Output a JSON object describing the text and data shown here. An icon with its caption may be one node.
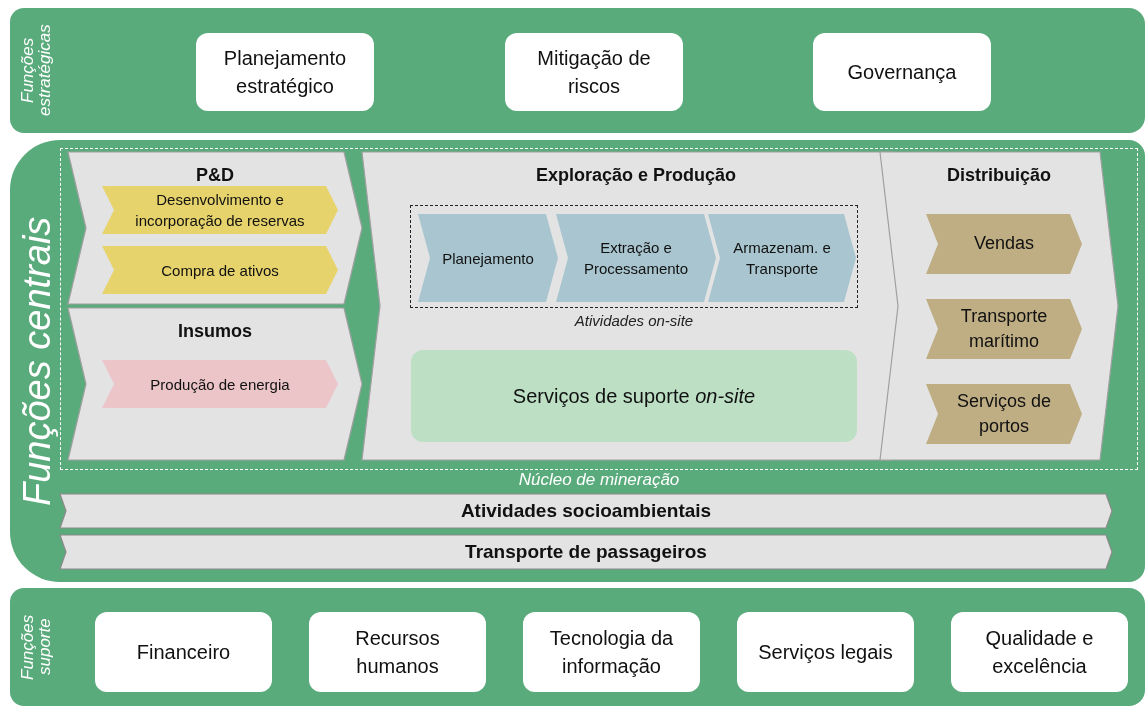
{
  "diagram": {
    "nodes": [
      {
        "text": [
          "Funções estratégicas"
        ]
      },
      {
        "text": [
          "Planejamento estratégico"
        ],
        "in": 0
      },
      {
        "text": [
          "Mitigação de riscos"
        ],
        "in": 0
      },
      {
        "text": [
          "Governança"
        ],
        "in": 0
      },
      {
        "text": [
          "Funções centrais"
        ]
      },
      {
        "text": [
          "Núcleo de mineração"
        ],
        "in": 4
      },
      {
        "text": [
          "P&D"
        ],
        "in": 5
      },
      {
        "text": [
          "Desenvolvimento e incorporação de reservas"
        ],
        "in": 6
      },
      {
        "text": [
          "Compra de ativos"
        ],
        "in": 6
      },
      {
        "text": [
          "Insumos"
        ],
        "in": 5
      },
      {
        "text": [
          "Produção de energia"
        ],
        "in": 9
      },
      {
        "text": [
          "Exploração e Produção"
        ],
        "in": 5
      },
      {
        "text": [
          "Atividades on-site"
        ],
        "in": 11
      },
      {
        "text": [
          "Planejamento"
        ],
        "in": 12
      },
      {
        "text": [
          "Extração e Processamento"
        ],
        "in": 12
      },
      {
        "text": [
          "Armazenam. e Transporte"
        ],
        "in": 12
      },
      {
        "text": [
          "Serviços de suporte *on-site*"
        ],
        "in": 11
      },
      {
        "text": [
          "Distribuição"
        ],
        "in": 5
      },
      {
        "text": [
          "Vendas"
        ],
        "in": 17
      },
      {
        "text": [
          "Transporte marítimo"
        ],
        "in": 17
      },
      {
        "text": [
          "Serviços de portos"
        ],
        "in": 17
      },
      {
        "text": [
          "Atividades socioambientais"
        ],
        "in": 4
      },
      {
        "text": [
          "Transporte de passageiros"
        ],
        "in": 4
      },
      {
        "text": [
          "Funções suporte"
        ]
      },
      {
        "text": [
          "Financeiro"
        ],
        "in": 23
      },
      {
        "text": [
          "Recursos humanos"
        ],
        "in": 23
      },
      {
        "text": [
          "Tecnologia da informação"
        ],
        "in": 23
      },
      {
        "text": [
          "Serviços legais"
        ],
        "in": 23
      },
      {
        "text": [
          "Qualidade e excelência"
        ],
        "in": 23
      }
    ]
  }
}
